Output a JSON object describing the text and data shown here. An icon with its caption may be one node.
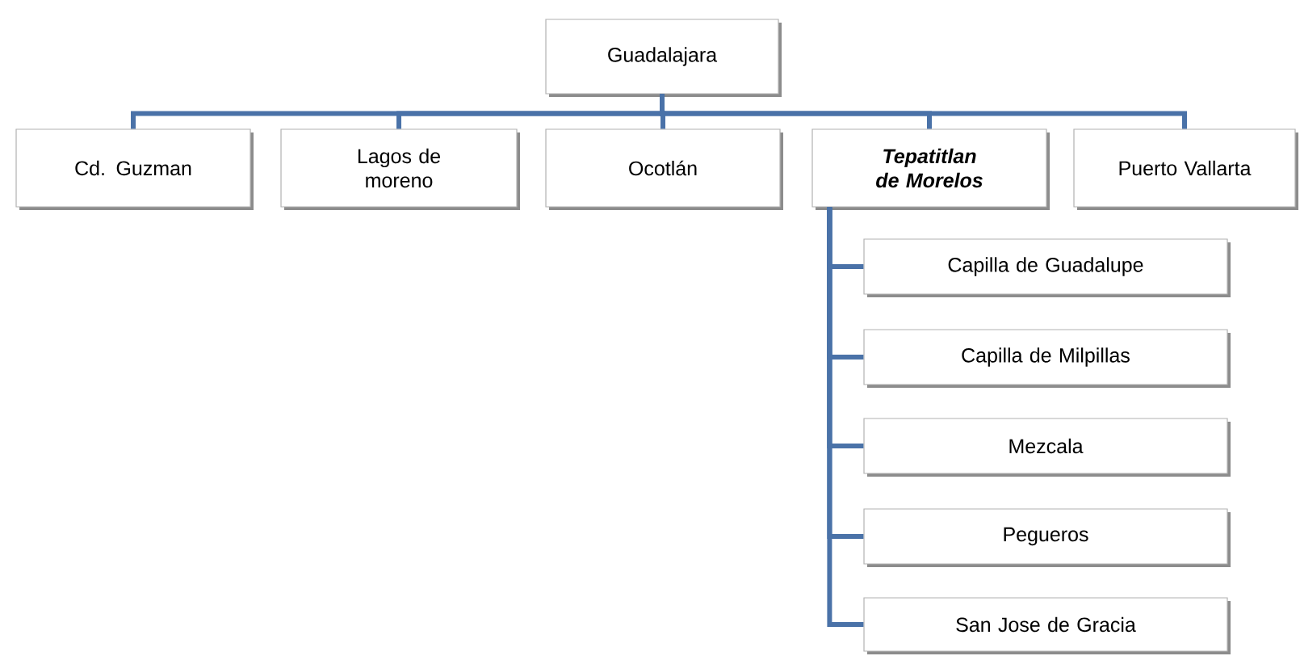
{
  "diagram": {
    "nodes": [
      {
        "text": [
          "Guadalajara"
        ]
      },
      {
        "text": [
          "Cd. Guzman"
        ]
      },
      {
        "text": [
          "Lagos de moreno"
        ]
      },
      {
        "text": [
          "Ocotlán"
        ]
      },
      {
        "text": [
          "Tepatitlan de Morelos"
        ]
      },
      {
        "text": [
          "Puerto Vallarta"
        ]
      },
      {
        "text": [
          "Capilla de Guadalupe"
        ]
      },
      {
        "text": [
          "Capilla de Milpillas"
        ]
      },
      {
        "text": [
          "Mezcala"
        ]
      },
      {
        "text": [
          "Pegueros"
        ]
      },
      {
        "text": [
          "San Jose de Gracia"
        ]
      }
    ],
    "edges": [
      {
        "from": 0,
        "to": 1,
        "arrow": "none"
      },
      {
        "from": 0,
        "to": 2,
        "arrow": "none"
      },
      {
        "from": 0,
        "to": 3,
        "arrow": "none"
      },
      {
        "from": 0,
        "to": 4,
        "arrow": "none"
      },
      {
        "from": 0,
        "to": 5,
        "arrow": "none"
      },
      {
        "from": 4,
        "to": 6,
        "arrow": "none"
      },
      {
        "from": 4,
        "to": 7,
        "arrow": "none"
      },
      {
        "from": 4,
        "to": 8,
        "arrow": "none"
      },
      {
        "from": 4,
        "to": 9,
        "arrow": "none"
      },
      {
        "from": 4,
        "to": 10,
        "arrow": "none"
      }
    ]
  }
}
